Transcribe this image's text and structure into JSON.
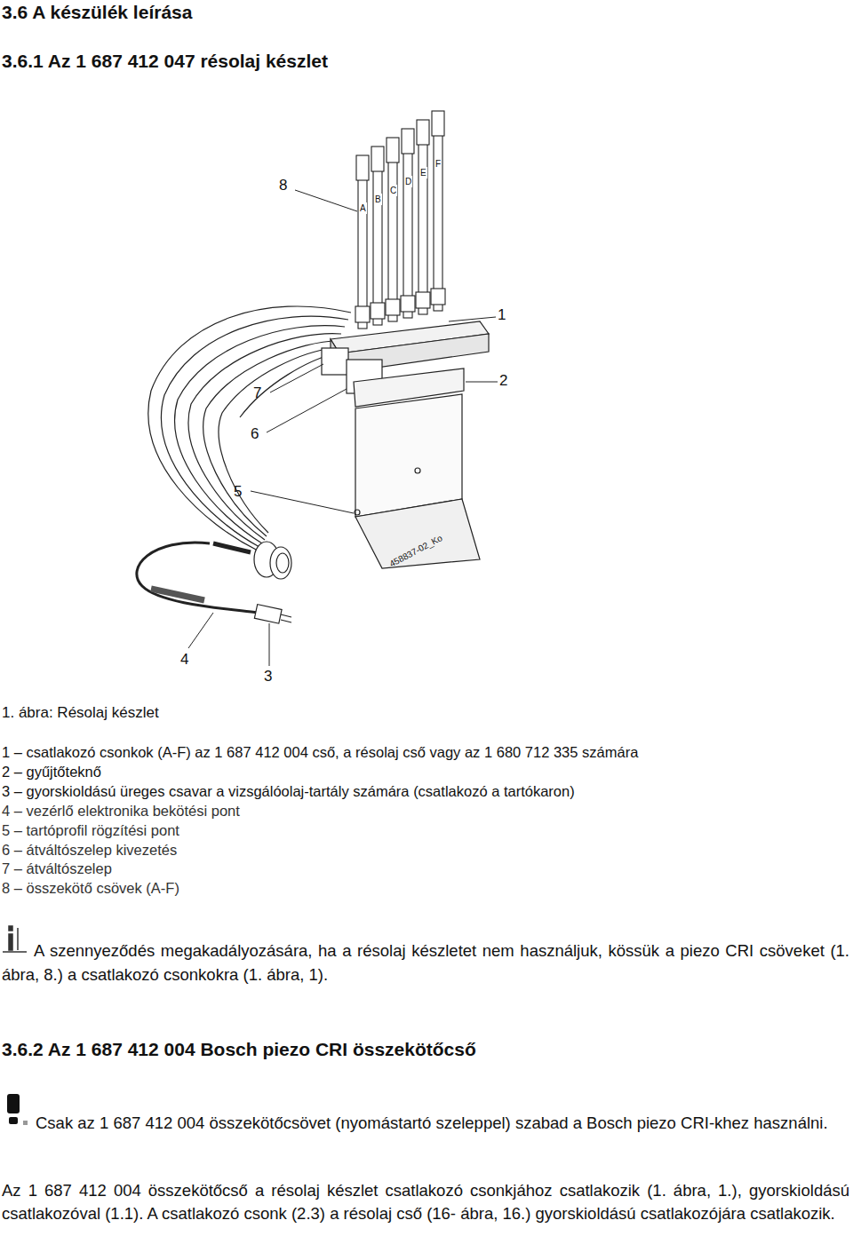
{
  "diagram": {
    "title": "3.6 A készülék leírása",
    "caption": "1. ábra: Résolaj készlet",
    "labels": [
      "3.6.1 Az 1 687 412 047 résolaj készlet",
      "8",
      "1",
      "2",
      "7",
      "6",
      "5",
      "4",
      "3",
      "A",
      "B",
      "C",
      "D",
      "E",
      "F",
      "458837-02_Ko",
      "1 – csatlakozó csonkok (A-F) az 1 687 412 004 cső, a résolaj cső vagy az 1 680 712 335 számára",
      "2 – gyűjtőteknő",
      "3 – gyorskioldású üreges csavar a vizsgálóolaj-tartály számára (csatlakozó a tartókaron)",
      "4 – vezérlő elektronika bekötési pont",
      "5 – tartóprofil rögzítési pont",
      "6 – átváltószelep kivezetés",
      "7 – átváltószelep",
      "8 – összekötő csövek (A-F)",
      "A szennyeződés megakadályozására, ha a résolaj készletet nem használjuk, kössük a piezo CRI csöveket (1. ábra, 8.) a csatlakozó csonkokra (1. ábra, 1).",
      "3.6.2 Az 1 687 412 004 Bosch piezo CRI összekötőcső",
      "Csak az 1 687 412 004 összekötőcsövet (nyomástartó szeleppel) szabad a Bosch piezo CRI-khez használni.",
      "Az 1 687 412 004 összekötőcső a résolaj készlet csatlakozó csonkjához csatlakozik (1. ábra, 1.), gyorskioldású csatlakozóval (1.1). A csatlakozó csonk (2.3) a résolaj cső (16- ábra, 16.) gyorskioldású csatlakozójára csatlakozik."
    ]
  }
}
